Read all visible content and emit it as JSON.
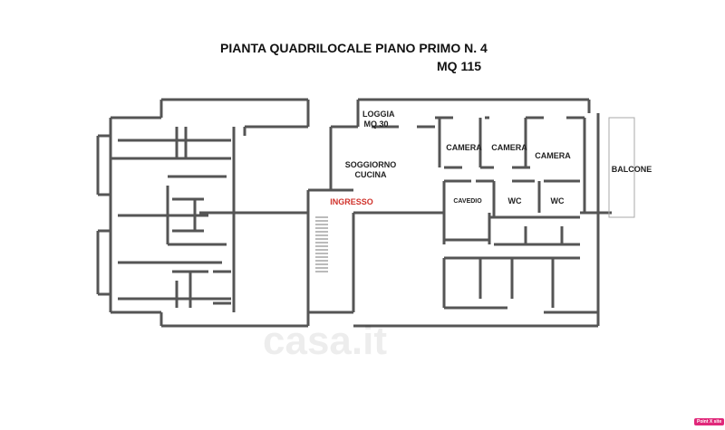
{
  "title": {
    "line1": "PIANTA QUADRILOCALE PIANO PRIMO N. 4",
    "line2": "MQ 115"
  },
  "rooms": {
    "loggia": "LOGGIA",
    "loggia_area": "MQ 30",
    "soggiorno": "SOGGIORNO",
    "cucina": "CUCINA",
    "ingresso": "INGRESSO",
    "camera1": "CAMERA",
    "camera2": "CAMERA",
    "camera3": "CAMERA",
    "cavedio": "CAVEDIO",
    "wc1": "WC",
    "wc2": "WC",
    "balcone": "BALCONE"
  },
  "watermark": "casa.it",
  "badge": "Point X site",
  "colors": {
    "wall": "#555555",
    "accent": "#d0322b"
  }
}
